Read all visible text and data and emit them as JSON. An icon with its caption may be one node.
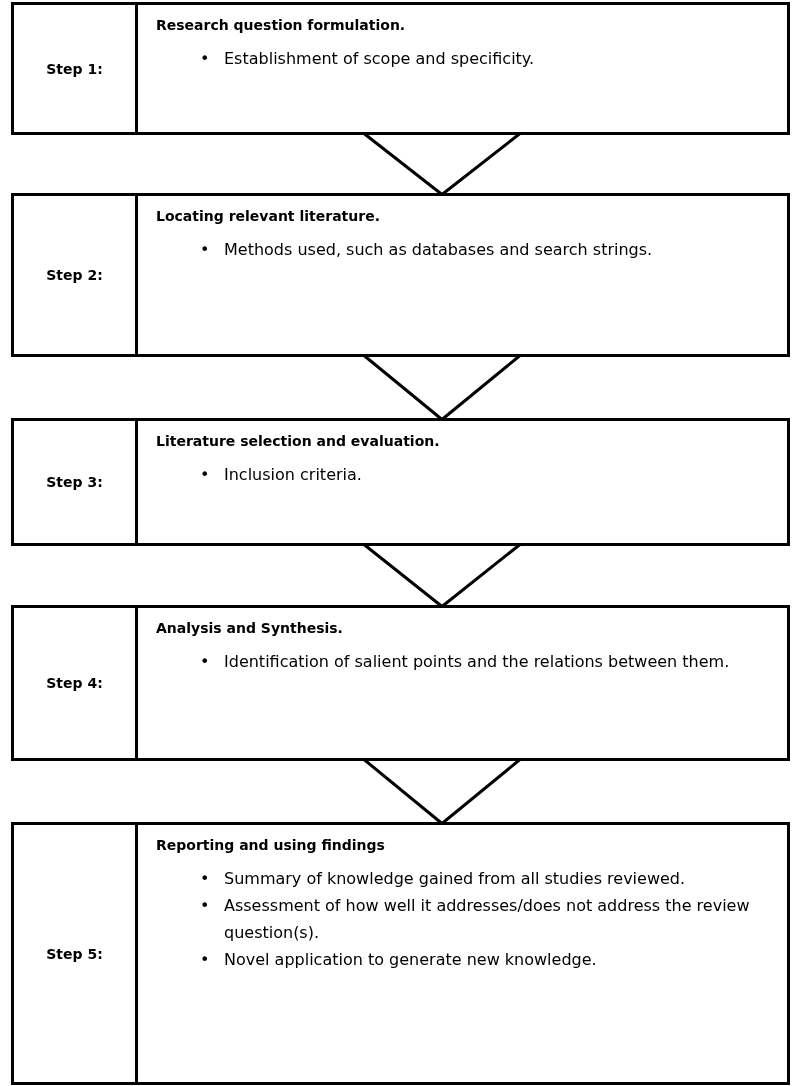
{
  "diagram": {
    "nodes": [
      {
        "text": [
          "Step 1:",
          "Research question formulation.",
          "•",
          "Establishment of scope and specificity."
        ]
      },
      {
        "text": [
          "Step 2:",
          "Locating relevant literature.",
          "•",
          "Methods used, such as databases and search strings."
        ]
      },
      {
        "text": [
          "Step 3:",
          "Literature selection and evaluation.",
          "•",
          "Inclusion criteria."
        ]
      },
      {
        "text": [
          "Step 4:",
          "Analysis and Synthesis.",
          "•",
          "Identification of salient points and the relations between them."
        ]
      },
      {
        "text": [
          "Step 5:",
          "Reporting and using findings",
          "•",
          "Summary of knowledge gained from all studies reviewed.",
          "•",
          "Assessment of how well it addresses/does not address the review question(s).",
          "•",
          "Novel application to generate new knowledge."
        ]
      }
    ],
    "edges": [
      {
        "from": 0,
        "to": 1,
        "arrow": "none"
      },
      {
        "from": 1,
        "to": 2,
        "arrow": "none"
      },
      {
        "from": 2,
        "to": 3,
        "arrow": "none"
      },
      {
        "from": 3,
        "to": 4,
        "arrow": "none"
      }
    ]
  }
}
